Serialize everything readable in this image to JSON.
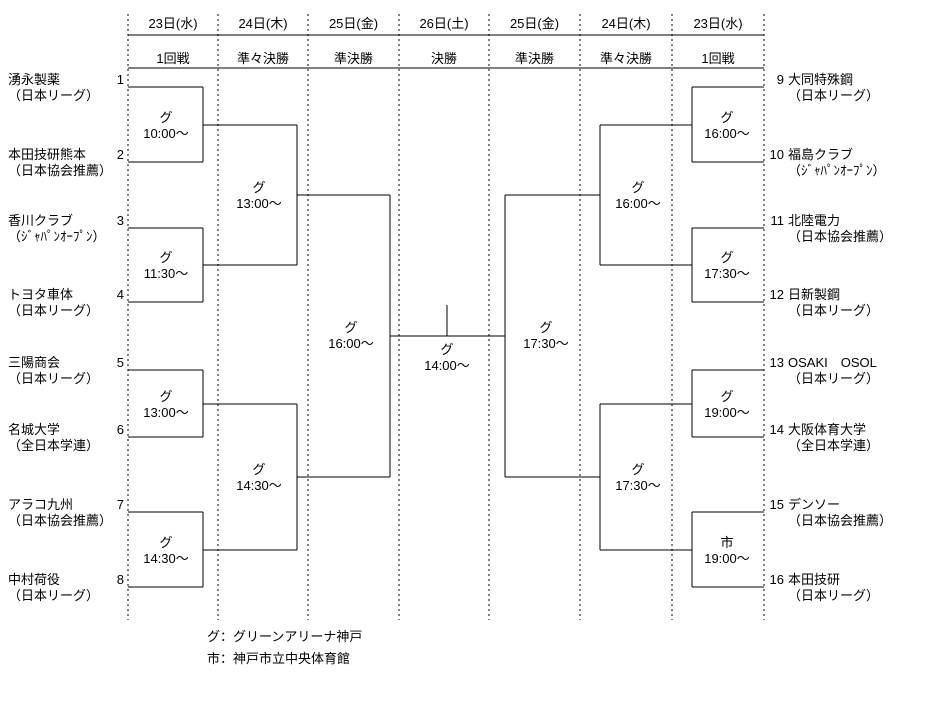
{
  "header": {
    "columns": [
      {
        "date": "23日(水)",
        "round": "1回戦"
      },
      {
        "date": "24日(木)",
        "round": "準々決勝"
      },
      {
        "date": "25日(金)",
        "round": "準決勝"
      },
      {
        "date": "26日(土)",
        "round": "決勝"
      },
      {
        "date": "25日(金)",
        "round": "準決勝"
      },
      {
        "date": "24日(木)",
        "round": "準々決勝"
      },
      {
        "date": "23日(水)",
        "round": "1回戦"
      }
    ]
  },
  "teams_left": [
    {
      "seed": "1",
      "name": "湧永製薬",
      "affiliation": "（日本リーグ）"
    },
    {
      "seed": "2",
      "name": "本田技研熊本",
      "affiliation": "（日本協会推薦）"
    },
    {
      "seed": "3",
      "name": "香川クラブ",
      "affiliation": "（ｼﾞｬﾊﾟﾝｵｰﾌﾟﾝ）"
    },
    {
      "seed": "4",
      "name": "トヨタ車体",
      "affiliation": "（日本リーグ）"
    },
    {
      "seed": "5",
      "name": "三陽商会",
      "affiliation": "（日本リーグ）"
    },
    {
      "seed": "6",
      "name": "名城大学",
      "affiliation": "（全日本学連）"
    },
    {
      "seed": "7",
      "name": "アラコ九州",
      "affiliation": "（日本協会推薦）"
    },
    {
      "seed": "8",
      "name": "中村荷役",
      "affiliation": "（日本リーグ）"
    }
  ],
  "teams_right": [
    {
      "seed": "9",
      "name": "大同特殊鋼",
      "affiliation": "（日本リーグ）"
    },
    {
      "seed": "10",
      "name": "福島クラブ",
      "affiliation": "（ｼﾞｬﾊﾟﾝｵｰﾌﾟﾝ）"
    },
    {
      "seed": "11",
      "name": "北陸電力",
      "affiliation": "（日本協会推薦）"
    },
    {
      "seed": "12",
      "name": "日新製鋼",
      "affiliation": "（日本リーグ）"
    },
    {
      "seed": "13",
      "name": "OSAKI　OSOL",
      "affiliation": "（日本リーグ）"
    },
    {
      "seed": "14",
      "name": "大阪体育大学",
      "affiliation": "（全日本学連）"
    },
    {
      "seed": "15",
      "name": "デンソー",
      "affiliation": "（日本協会推薦）"
    },
    {
      "seed": "16",
      "name": "本田技研",
      "affiliation": "（日本リーグ）"
    }
  ],
  "matches": [
    {
      "venue": "グ",
      "time": "10:00～"
    },
    {
      "venue": "グ",
      "time": "11:30～"
    },
    {
      "venue": "グ",
      "time": "13:00～"
    },
    {
      "venue": "グ",
      "time": "14:30～"
    },
    {
      "venue": "グ",
      "time": "13:00～"
    },
    {
      "venue": "グ",
      "time": "14:30～"
    },
    {
      "venue": "グ",
      "time": "16:00～"
    },
    {
      "venue": "グ",
      "time": "14:00～"
    },
    {
      "venue": "グ",
      "time": "17:30～"
    },
    {
      "venue": "グ",
      "time": "16:00～"
    },
    {
      "venue": "グ",
      "time": "17:30～"
    },
    {
      "venue": "グ",
      "time": "16:00～"
    },
    {
      "venue": "グ",
      "time": "17:30～"
    },
    {
      "venue": "グ",
      "time": "19:00～"
    },
    {
      "venue": "市",
      "time": "19:00～"
    }
  ],
  "legend": [
    "グ：グリーンアリーナ神戸",
    "市：神戸市立中央体育館"
  ]
}
